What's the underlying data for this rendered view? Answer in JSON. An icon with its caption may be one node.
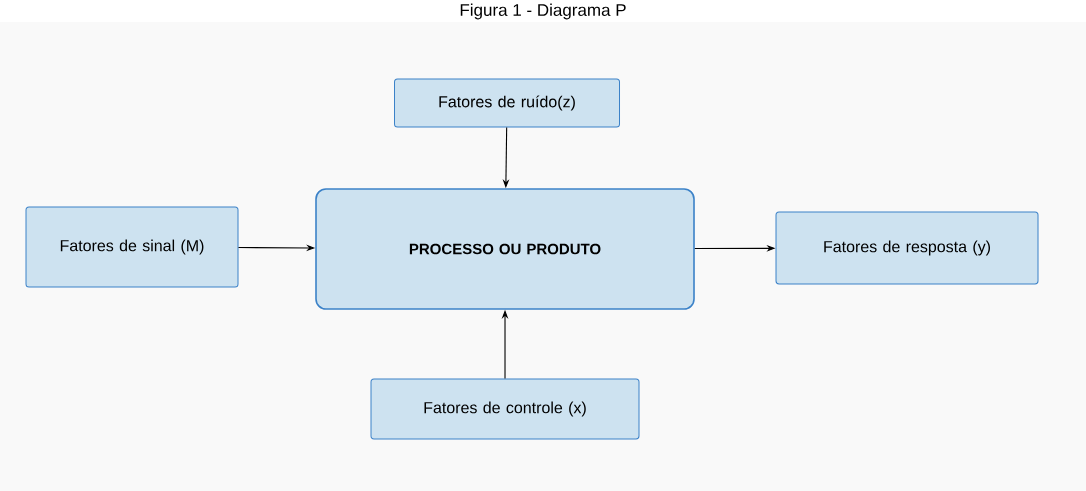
{
  "diagram": {
    "title": "Figura 1 - Diagrama P",
    "nodes": [
      {
        "text": [
          "Fatores de ruído(z)"
        ]
      },
      {
        "text": [
          "Fatores de sinal (M)"
        ]
      },
      {
        "text": [
          "PROCESSO OU PRODUTO"
        ]
      },
      {
        "text": [
          "Fatores de resposta (y)"
        ]
      },
      {
        "text": [
          "Fatores de controle (x)"
        ]
      }
    ],
    "edges": [
      {
        "from": 0,
        "to": 2,
        "arrow": "to"
      },
      {
        "from": 1,
        "to": 2,
        "arrow": "to"
      },
      {
        "from": 2,
        "to": 3,
        "arrow": "to"
      },
      {
        "from": 4,
        "to": 2,
        "arrow": "to"
      }
    ]
  }
}
